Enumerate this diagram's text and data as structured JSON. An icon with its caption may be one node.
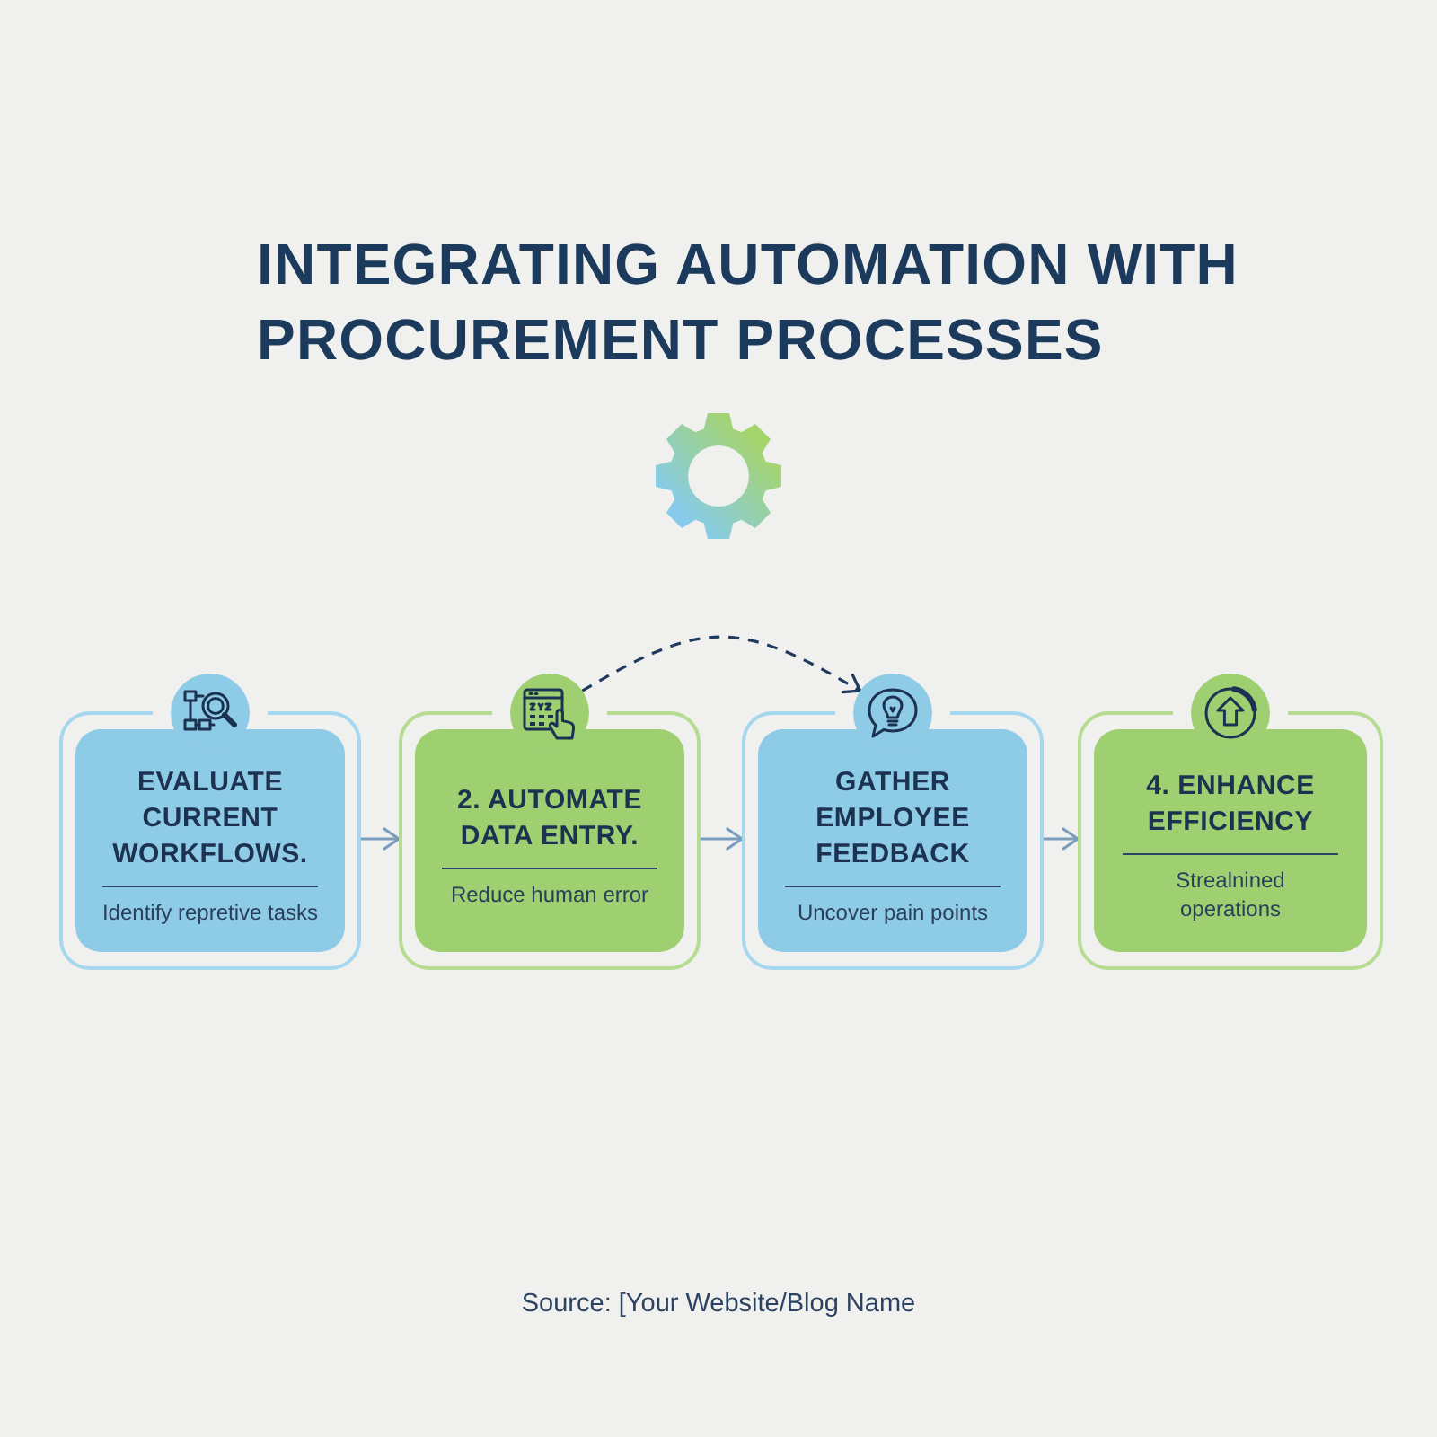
{
  "diagram": {
    "title": "INTEGRATING AUTOMATION WITH PROCUREMENT PROCESSES",
    "nodes": [
      {
        "text": [
          "EVALUATE CURRENT WORKFLOWS.",
          "Identify repretive tasks"
        ]
      },
      {
        "text": [
          "2. AUTOMATE DATA ENTRY.",
          "Reduce human error"
        ]
      },
      {
        "text": [
          "GATHER EMPLOYEE FEEDBACK",
          "Uncover pain points"
        ]
      },
      {
        "text": [
          "4. ENHANCE EFFICIENCY",
          "Strealnined operations"
        ]
      }
    ],
    "edges": [
      {
        "from": 0,
        "to": 1,
        "arrow": "to"
      },
      {
        "from": 1,
        "to": 2,
        "arrow": "to"
      },
      {
        "from": 2,
        "to": 3,
        "arrow": "to"
      },
      {
        "from": 1,
        "to": 2,
        "arrow": "to",
        "style": "dashed",
        "color": "#1f3a5f"
      }
    ],
    "labels": [
      "Source: [Your Website/Blog Name"
    ]
  }
}
